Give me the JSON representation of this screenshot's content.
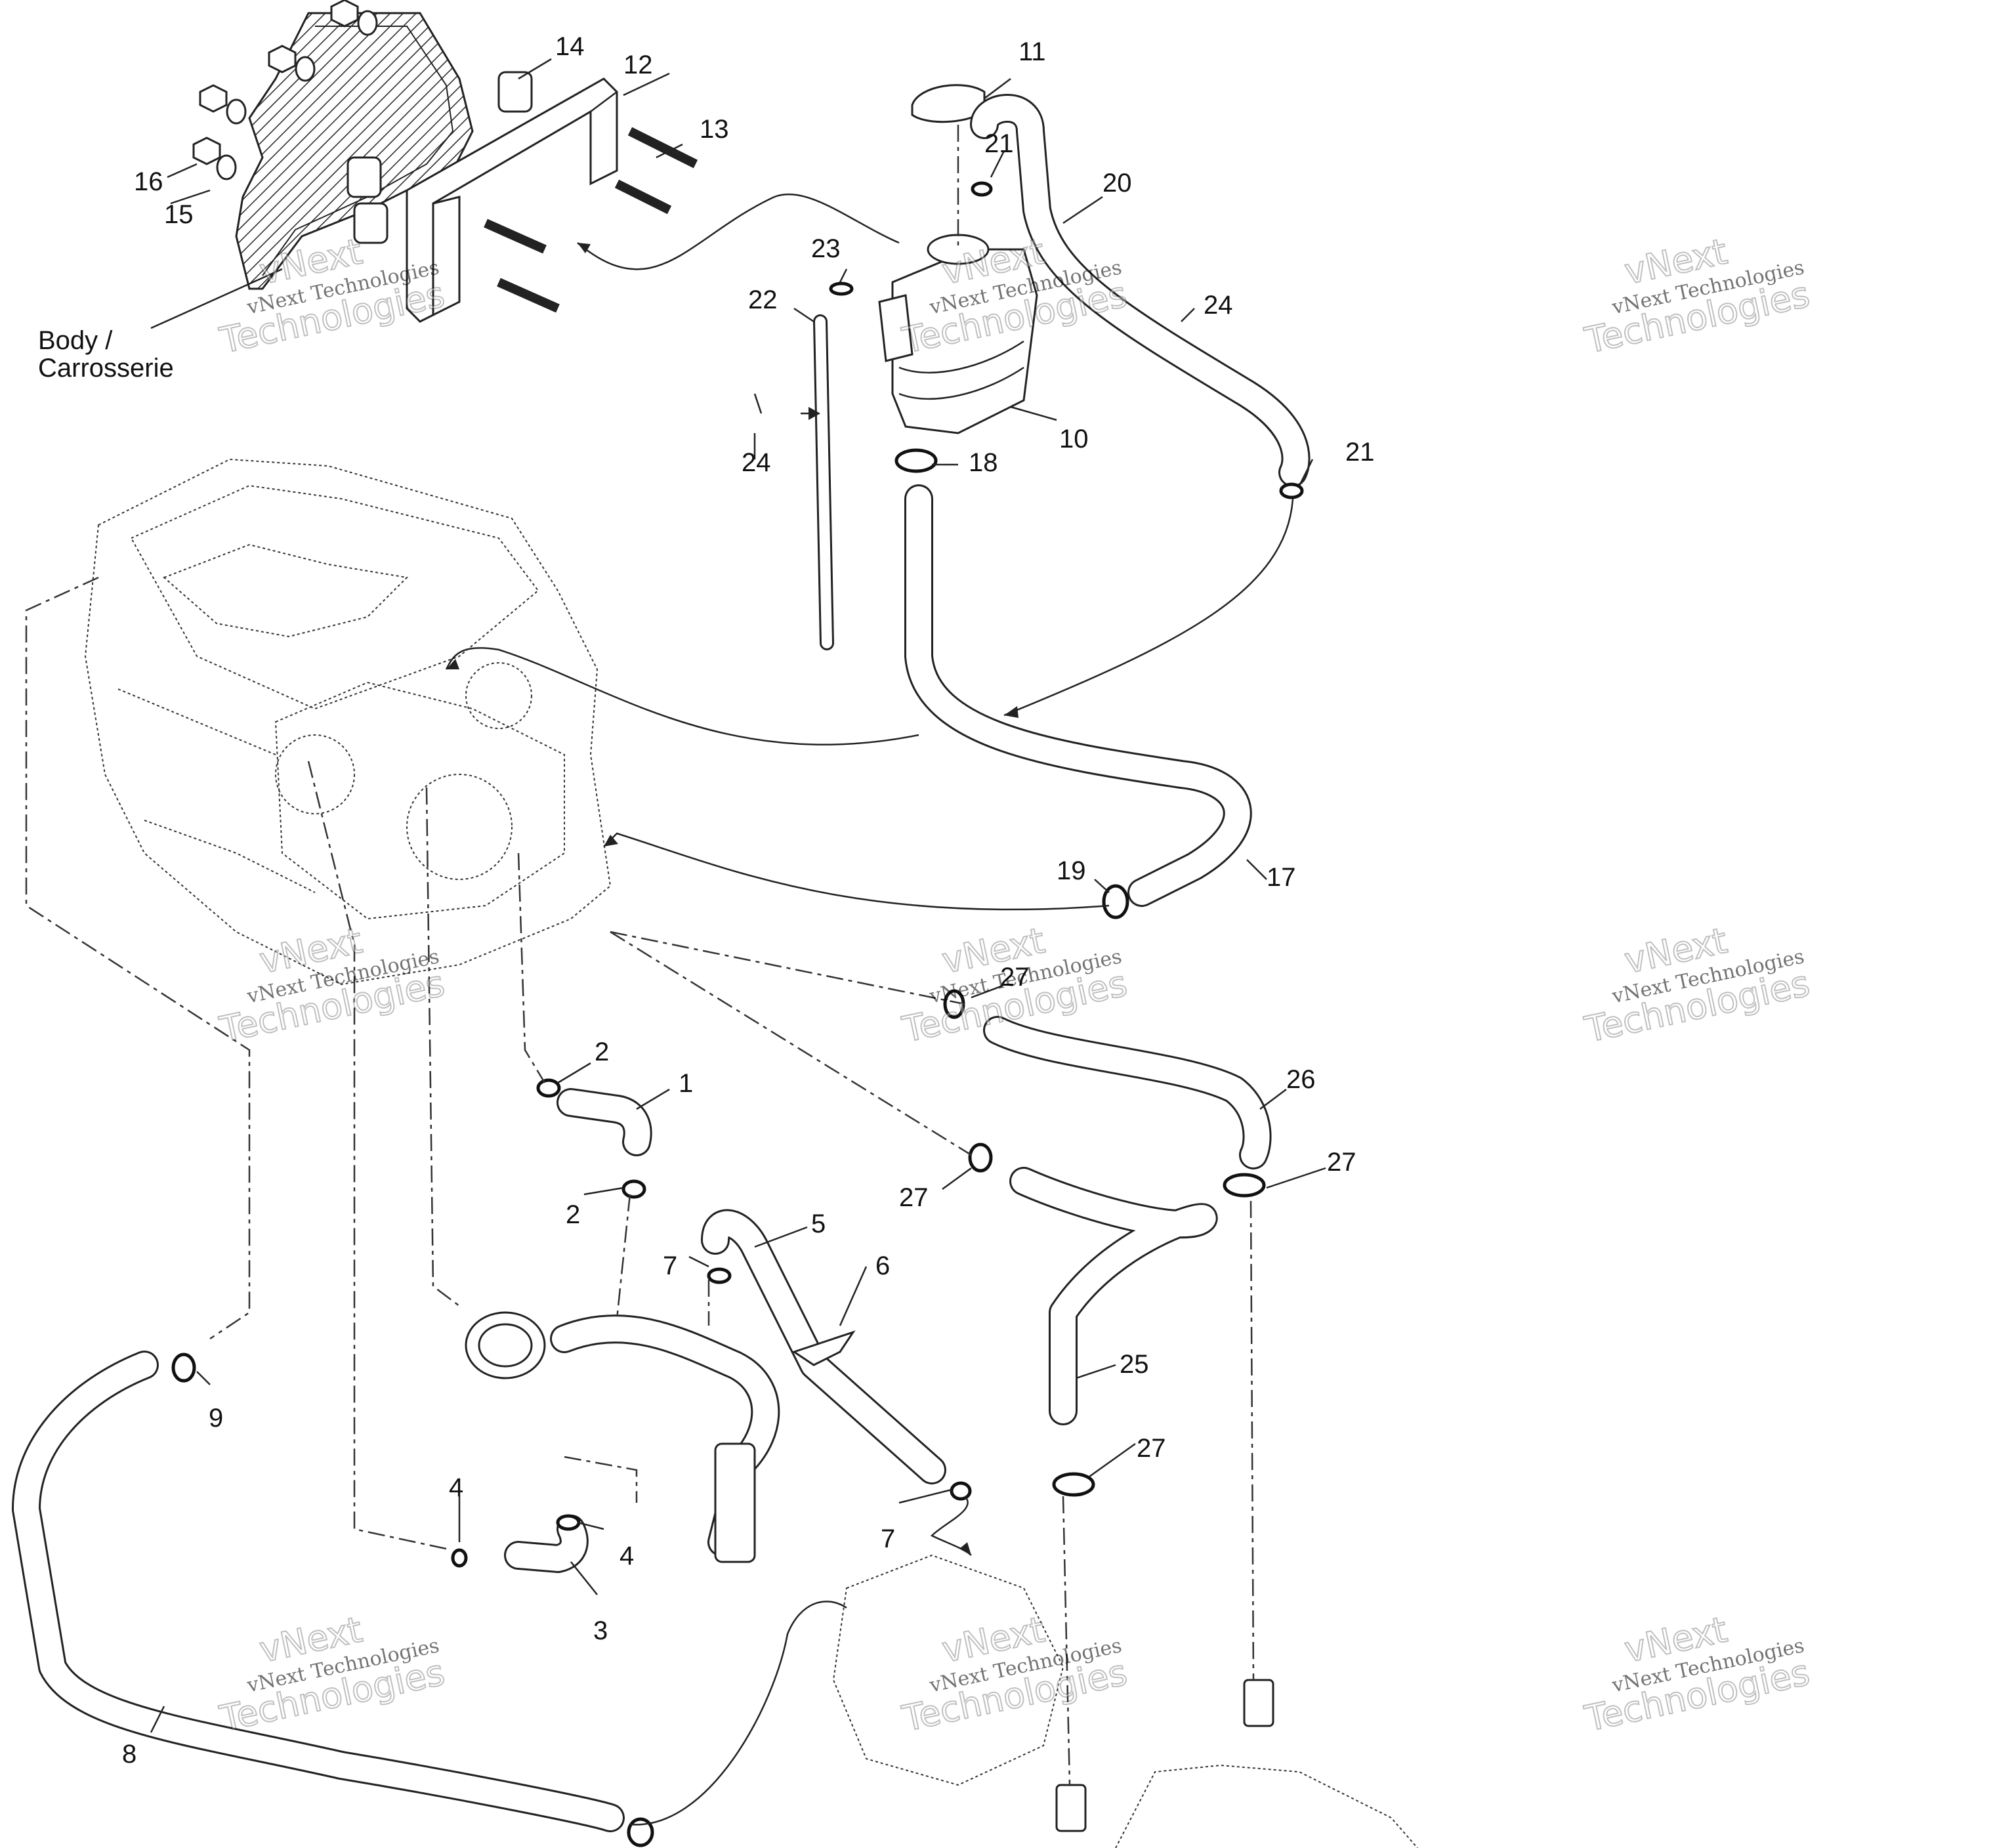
{
  "body_label": {
    "line1": "Body /",
    "line2": "Carrosserie"
  },
  "callouts": {
    "n1": "1",
    "n2a": "2",
    "n2b": "2",
    "n3": "3",
    "n4a": "4",
    "n4b": "4",
    "n5": "5",
    "n6": "6",
    "n7a": "7",
    "n7b": "7",
    "n8": "8",
    "n9": "9",
    "n10": "10",
    "n11": "11",
    "n12": "12",
    "n13": "13",
    "n14": "14",
    "n15": "15",
    "n16": "16",
    "n17": "17",
    "n18": "18",
    "n19": "19",
    "n20": "20",
    "n21a": "21",
    "n21b": "21",
    "n22": "22",
    "n23": "23",
    "n24a": "24",
    "n24b": "24",
    "n25": "25",
    "n26": "26",
    "n27a": "27",
    "n27b": "27",
    "n27c": "27",
    "n27d": "27"
  },
  "watermark": {
    "line1": "vNext",
    "line2": "vNext Technologies",
    "line3": "Technologies"
  },
  "colors": {
    "line": "#222222",
    "background": "#ffffff"
  }
}
